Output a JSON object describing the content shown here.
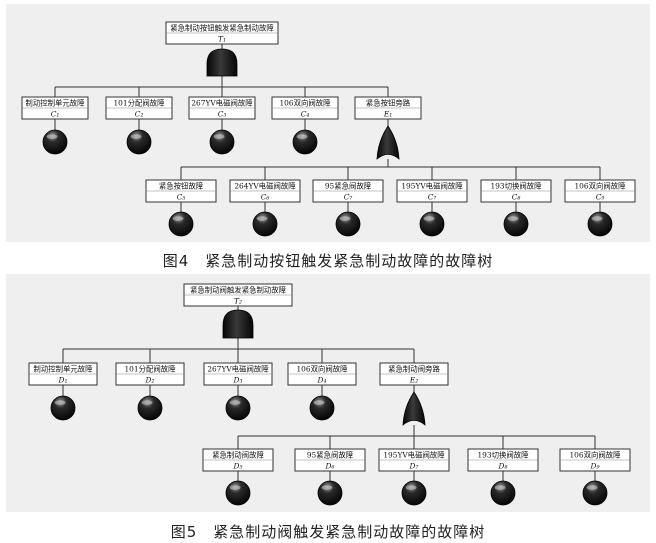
{
  "colors": {
    "background": "#efefef",
    "box_fill": "#ffffff",
    "line": "#333333",
    "symbol": "#111111"
  },
  "trees": [
    {
      "caption": "图4　紧急制动按钮触发紧急制动故障的故障树",
      "top_event": {
        "label": "紧急制动按钮触发紧急制动故障",
        "id": "T₁",
        "gate": "and-gate-icon"
      },
      "level1": [
        {
          "label": "制动控制单元故障",
          "id": "C₁",
          "symbol": "basic-event-icon"
        },
        {
          "label": "101分配阀故障",
          "id": "C₂",
          "symbol": "basic-event-icon"
        },
        {
          "label": "267YV电磁阀故障",
          "id": "C₃",
          "symbol": "basic-event-icon"
        },
        {
          "label": "106双向阀故障",
          "id": "C₄",
          "symbol": "basic-event-icon"
        },
        {
          "label": "紧急按钮旁路",
          "id": "E₁",
          "symbol": "or-gate-icon"
        }
      ],
      "level2": [
        {
          "label": "紧急按钮故障",
          "id": "C₅"
        },
        {
          "label": "264YV电磁阀故障",
          "id": "C₆"
        },
        {
          "label": "95紧急阀故障",
          "id": "C₇"
        },
        {
          "label": "195YV电磁阀故障",
          "id": "C₇"
        },
        {
          "label": "193切换阀故障",
          "id": "C₈"
        },
        {
          "label": "106双向阀故障",
          "id": "C₉"
        }
      ]
    },
    {
      "caption": "图5　紧急制动阀触发紧急制动故障的故障树",
      "top_event": {
        "label": "紧急制动阀触发紧急制动故障",
        "id": "T₂",
        "gate": "and-gate-icon"
      },
      "level1": [
        {
          "label": "制动控制单元故障",
          "id": "D₁",
          "symbol": "basic-event-icon"
        },
        {
          "label": "101分配阀故障",
          "id": "D₂",
          "symbol": "basic-event-icon"
        },
        {
          "label": "267YV电磁阀故障",
          "id": "D₃",
          "symbol": "basic-event-icon"
        },
        {
          "label": "106双向阀故障",
          "id": "D₄",
          "symbol": "basic-event-icon"
        },
        {
          "label": "紧急制动阀旁路",
          "id": "E₂",
          "symbol": "or-gate-icon"
        }
      ],
      "level2": [
        {
          "label": "紧急制动阀故障",
          "id": "D₅"
        },
        {
          "label": "95紧急阀故障",
          "id": "D₆"
        },
        {
          "label": "195YV电磁阀故障",
          "id": "D₇"
        },
        {
          "label": "193切换阀故障",
          "id": "D₈"
        },
        {
          "label": "106双向阀故障",
          "id": "D₉"
        }
      ]
    }
  ]
}
